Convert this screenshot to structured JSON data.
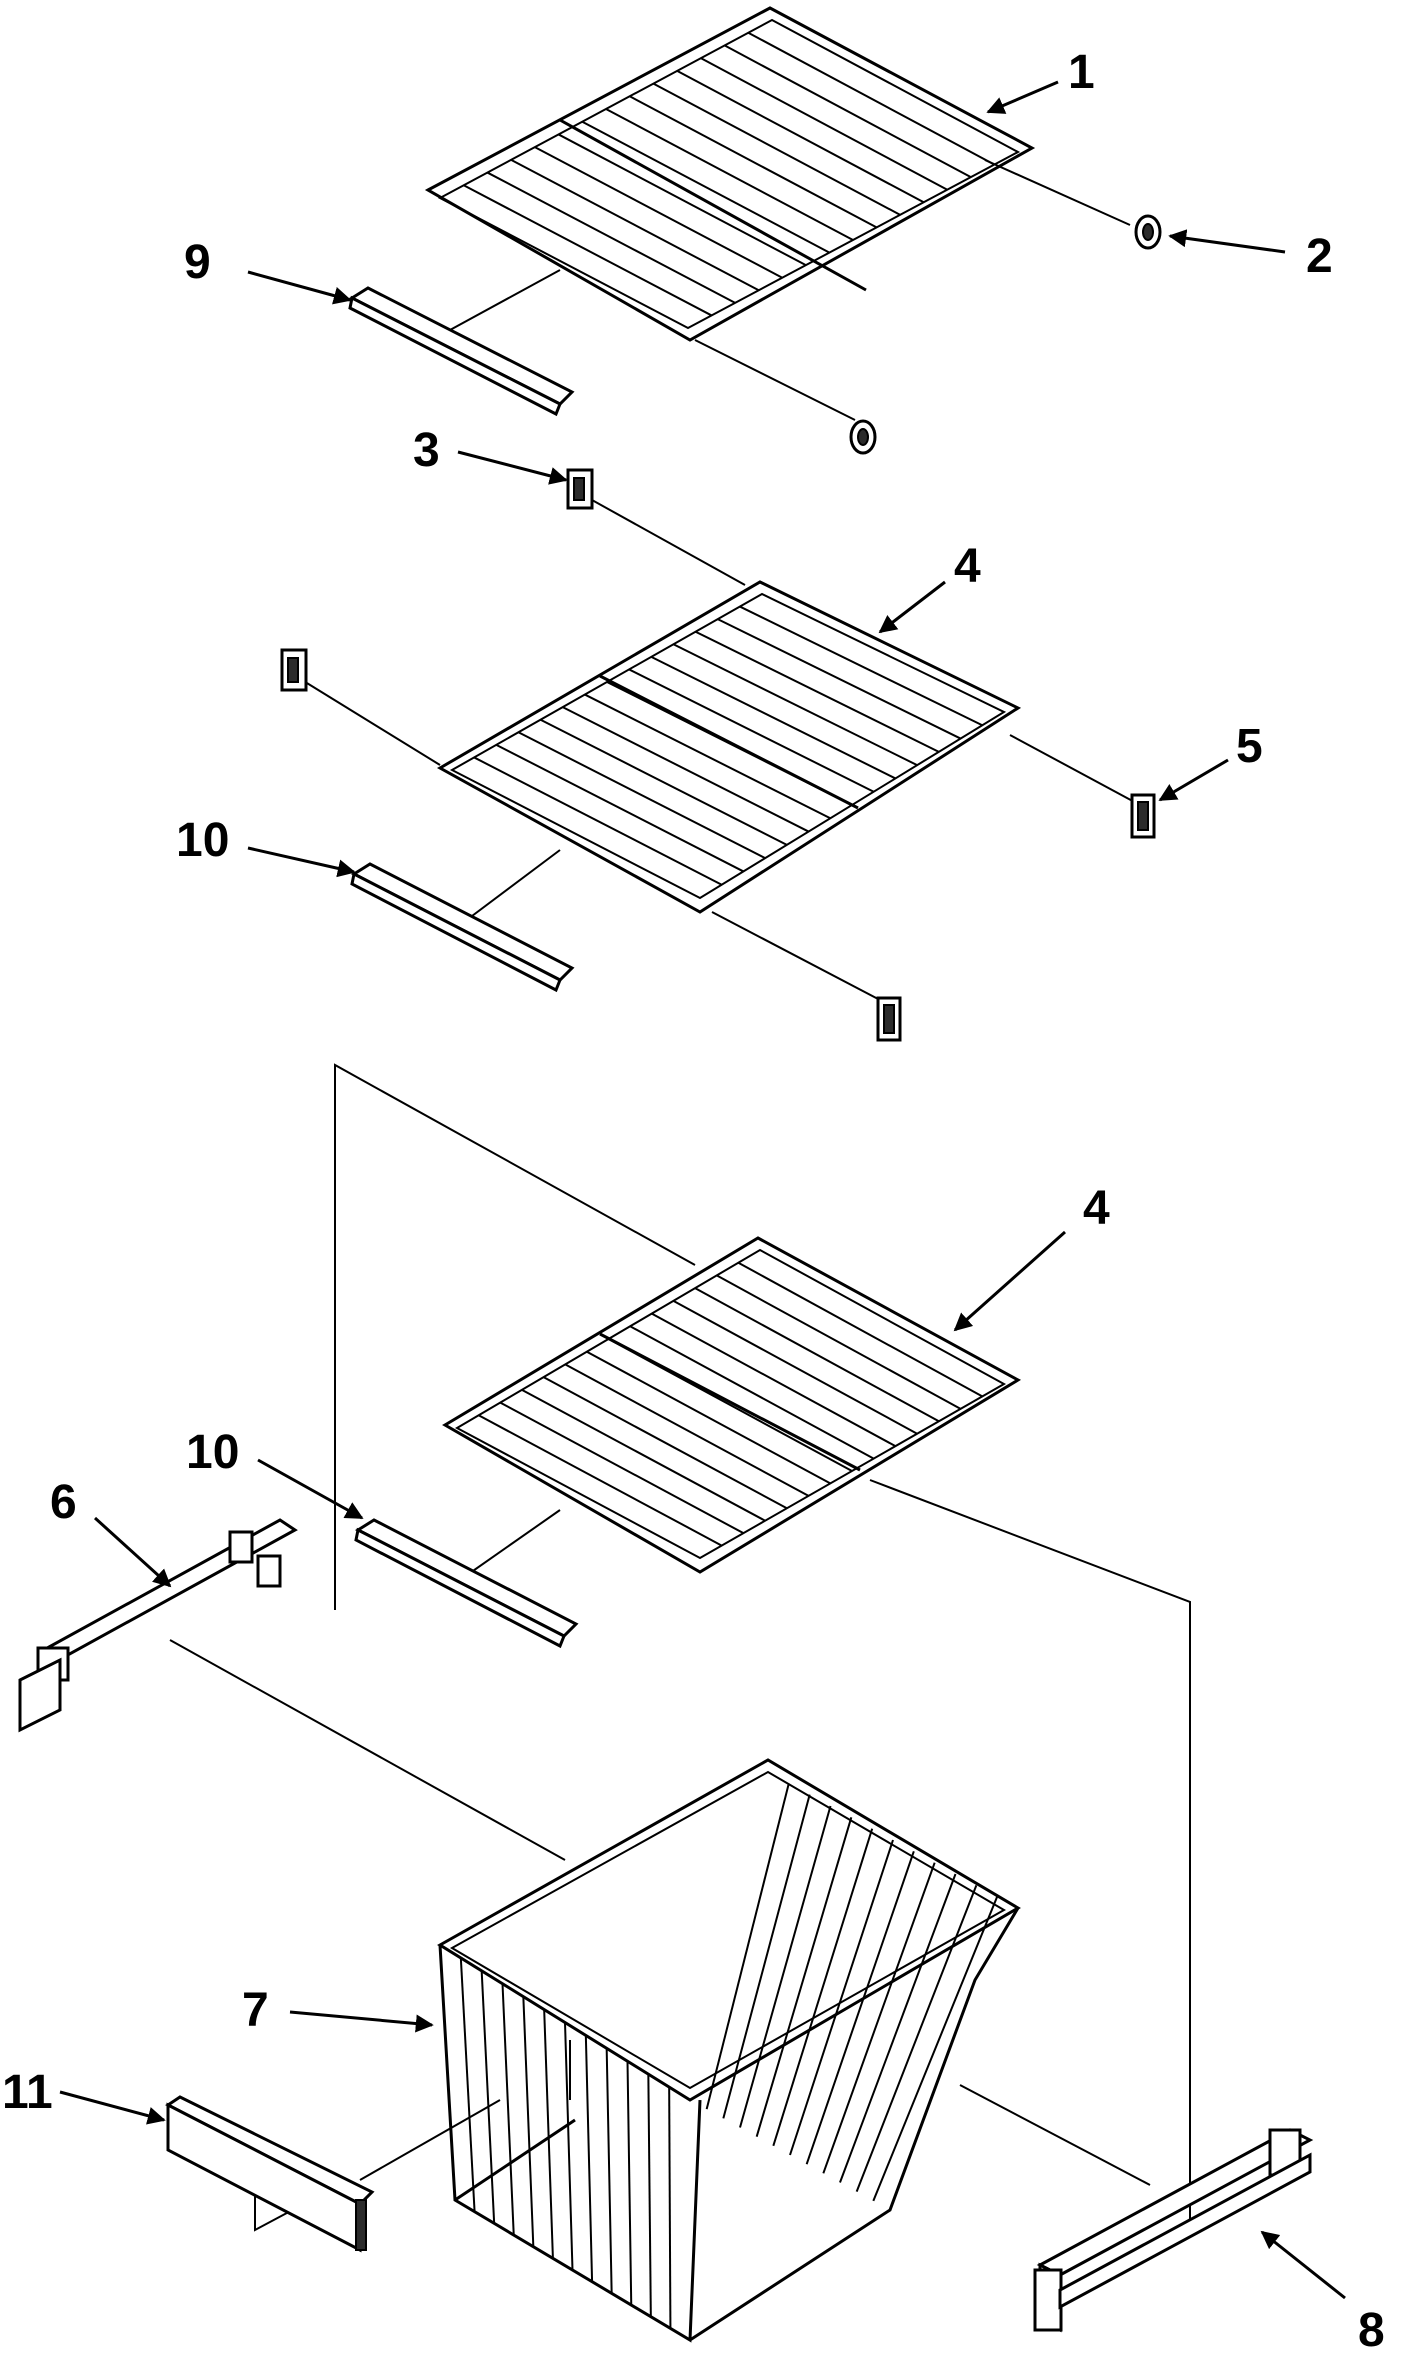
{
  "diagram": {
    "type": "exploded-parts-view",
    "callouts": [
      {
        "id": "c1",
        "label": "1"
      },
      {
        "id": "c2",
        "label": "2"
      },
      {
        "id": "c3",
        "label": "3"
      },
      {
        "id": "c4a",
        "label": "4"
      },
      {
        "id": "c4b",
        "label": "4"
      },
      {
        "id": "c5",
        "label": "5"
      },
      {
        "id": "c6",
        "label": "6"
      },
      {
        "id": "c7",
        "label": "7"
      },
      {
        "id": "c8",
        "label": "8"
      },
      {
        "id": "c9",
        "label": "9"
      },
      {
        "id": "c10a",
        "label": "10"
      },
      {
        "id": "c10b",
        "label": "10"
      },
      {
        "id": "c11",
        "label": "11"
      }
    ]
  }
}
